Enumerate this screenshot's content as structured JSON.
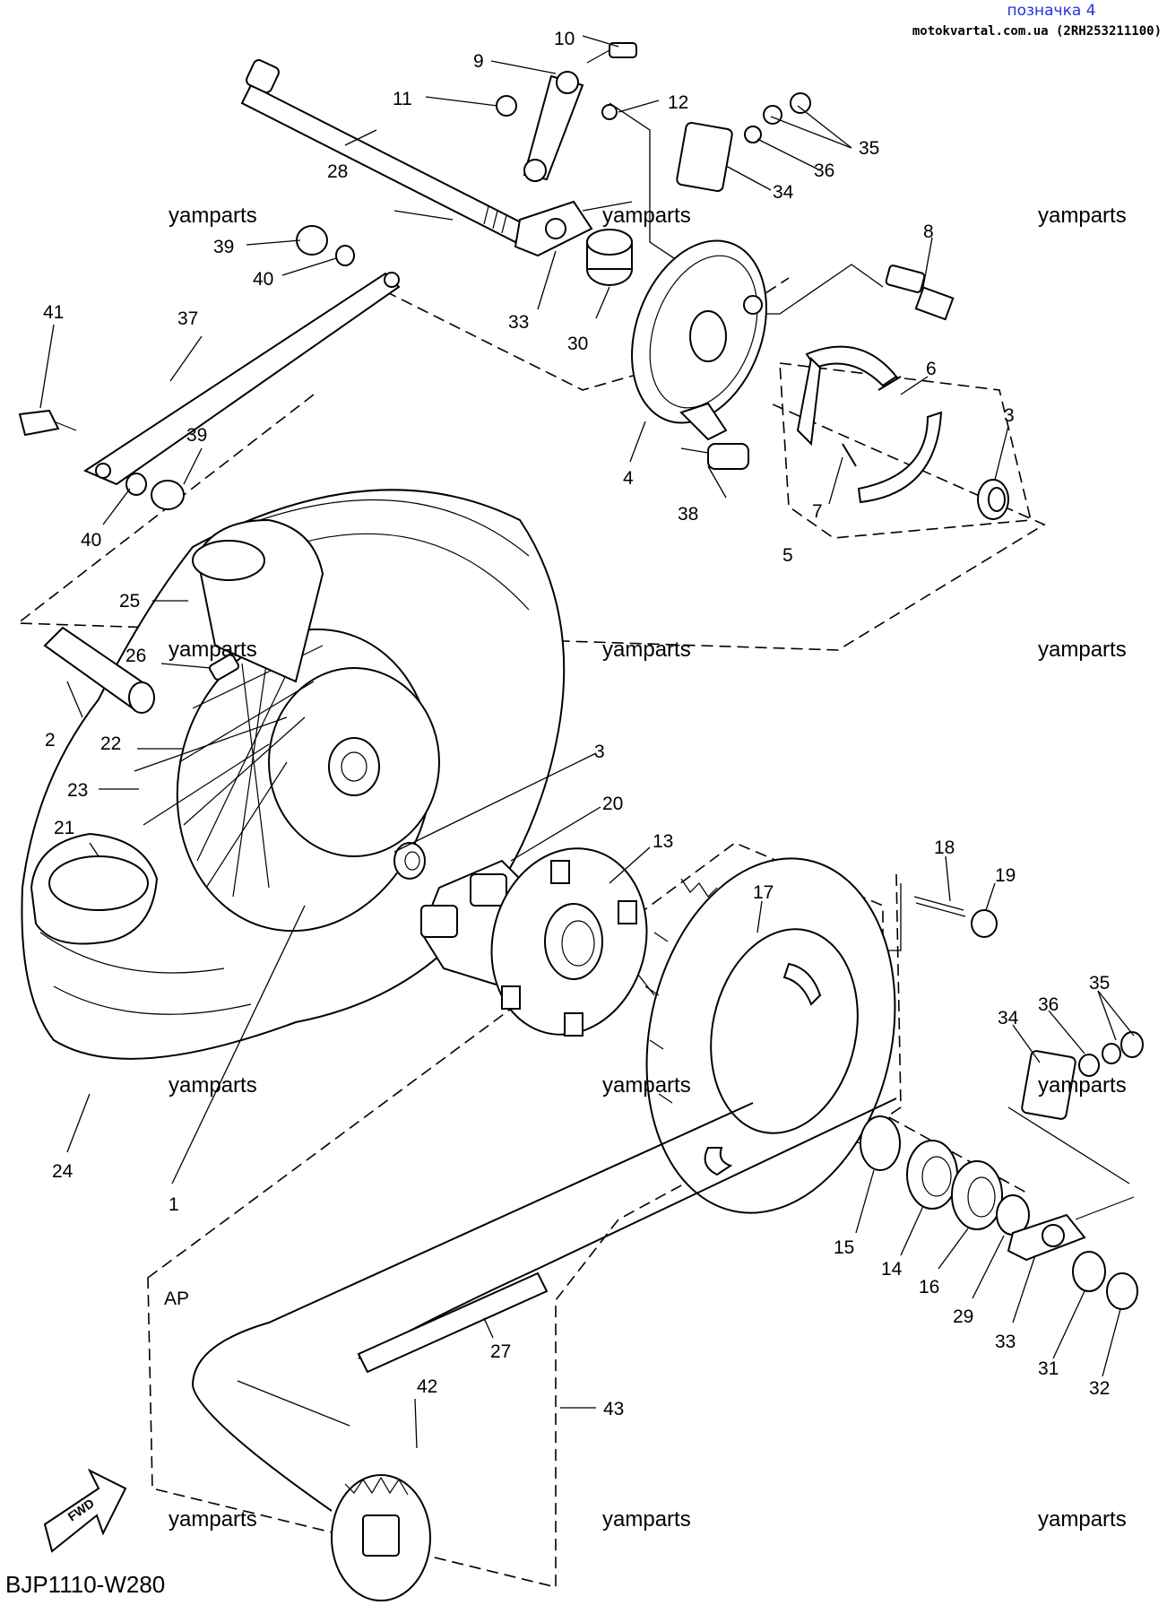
{
  "header": {
    "label": "позначка 4",
    "source": "motokvartal.com.ua (2RH253211100)"
  },
  "diagram_code": "BJP1110-W280",
  "assembly_tag": "AP",
  "fwd_label": "FWD",
  "watermark": "yamparts",
  "watermarks": [
    "yamparts",
    "yamparts",
    "yamparts",
    "yamparts",
    "yamparts",
    "yamparts",
    "yamparts",
    "yamparts",
    "yamparts",
    "yamparts",
    "yamparts",
    "yamparts"
  ],
  "parts": {
    "p1": "1",
    "p2": "2",
    "p3a": "3",
    "p3b": "3",
    "p4": "4",
    "p5": "5",
    "p6": "6",
    "p7": "7",
    "p8": "8",
    "p9": "9",
    "p10": "10",
    "p11": "11",
    "p12": "12",
    "p13": "13",
    "p14": "14",
    "p15": "15",
    "p16": "16",
    "p17": "17",
    "p18": "18",
    "p19": "19",
    "p20": "20",
    "p21": "21",
    "p22": "22",
    "p23": "23",
    "p24": "24",
    "p25": "25",
    "p26": "26",
    "p27": "27",
    "p28": "28",
    "p29": "29",
    "p30": "30",
    "p31": "31",
    "p32": "32",
    "p33a": "33",
    "p33b": "33",
    "p34a": "34",
    "p34b": "34",
    "p35a": "35",
    "p35b": "35",
    "p36a": "36",
    "p36b": "36",
    "p37": "37",
    "p38": "38",
    "p39a": "39",
    "p39b": "39",
    "p40a": "40",
    "p40b": "40",
    "p41": "41",
    "p42": "42",
    "p43": "43"
  }
}
